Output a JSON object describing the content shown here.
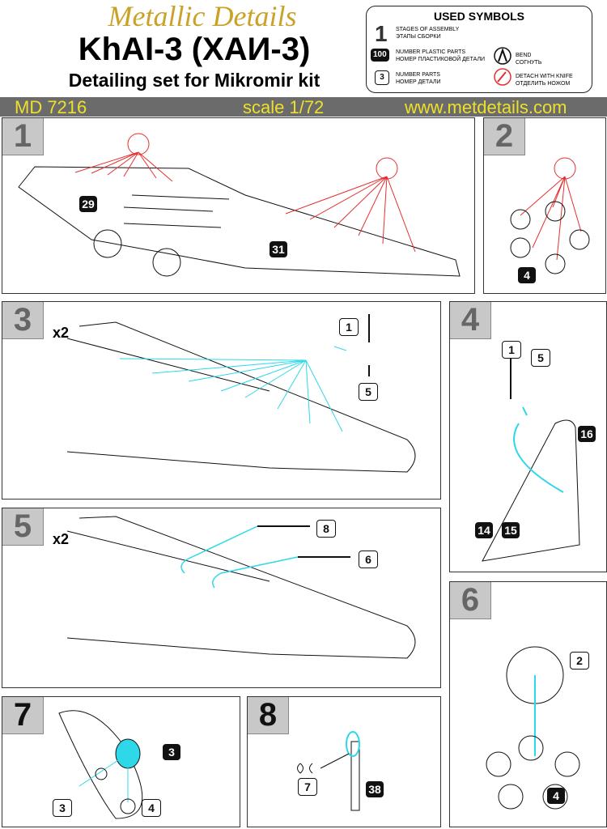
{
  "header": {
    "brand": "Metallic Details",
    "title": "KhAI-3 (ХАИ-3)",
    "subtitle": "Detailing set for Mikromir kit"
  },
  "symbols": {
    "heading": "USED SYMBOLS",
    "stage": {
      "glyph": "1",
      "en": "STAGES OF ASSEMBLY",
      "ru": "ЭТАПЫ СБОРКИ"
    },
    "plastic": {
      "glyph": "100",
      "en": "NUMBER PLASTIC PARTS",
      "ru": "НОМЕР ПЛАСТИКОВОЙ ДЕТАЛИ"
    },
    "parts": {
      "glyph": "3",
      "en": "NUMBER PARTS",
      "ru": "НОМЕР ДЕТАЛИ"
    },
    "bend": {
      "en": "BEND",
      "ru": "СОГНУТЬ"
    },
    "knife": {
      "en": "DETACH WITH KNIFE",
      "ru": "ОТДЕЛИТЬ НОЖОМ"
    }
  },
  "bar": {
    "code": "MD 7216",
    "scale": "scale 1/72",
    "url": "www.metdetails.com"
  },
  "colors": {
    "bar": "#6b6b6b",
    "bar_text": "#ece02a",
    "brand": "#c9a227",
    "detach": "#e53030",
    "attach": "#2fd8e8"
  },
  "steps": [
    {
      "num": "1",
      "labels": {
        "plastic_a": "29",
        "plastic_b": "31"
      }
    },
    {
      "num": "2",
      "labels": {
        "plastic": "4"
      }
    },
    {
      "num": "3",
      "mult": "x2",
      "labels": {
        "part_a": "1",
        "part_b": "5"
      }
    },
    {
      "num": "4",
      "labels": {
        "part_a": "1",
        "part_b": "5",
        "plastic_a": "16",
        "plastic_b": "14",
        "plastic_c": "15"
      }
    },
    {
      "num": "5",
      "mult": "x2",
      "labels": {
        "part_a": "8",
        "part_b": "6"
      }
    },
    {
      "num": "6",
      "labels": {
        "part": "2",
        "plastic": "4"
      }
    },
    {
      "num": "7",
      "labels": {
        "plastic": "3",
        "part_a": "3",
        "part_b": "4"
      }
    },
    {
      "num": "8",
      "labels": {
        "part": "7",
        "plastic": "38"
      }
    }
  ]
}
